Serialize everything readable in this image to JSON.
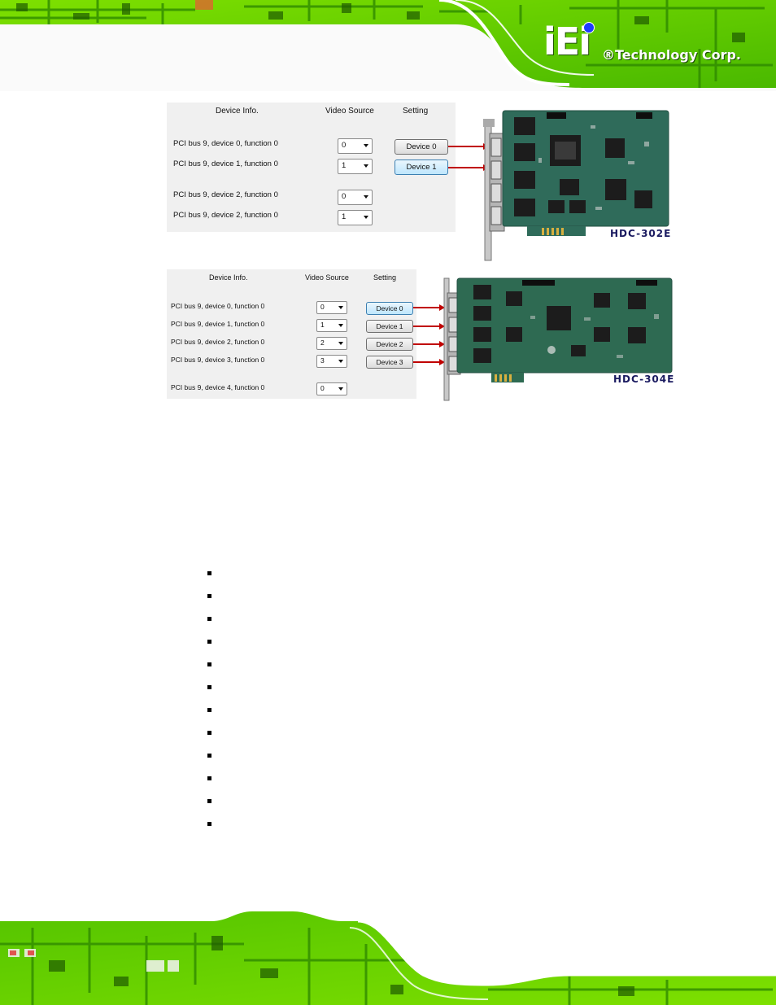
{
  "logo": {
    "mark": "iEi",
    "text": "®Technology Corp."
  },
  "panel_top": {
    "headers": {
      "device_info": "Device Info.",
      "video_source": "Video Source",
      "setting": "Setting"
    },
    "rows": [
      {
        "label": "PCI bus 9, device 0, function 0",
        "source": "0",
        "button": "Device 0"
      },
      {
        "label": "PCI bus 9, device 1, function 0",
        "source": "1",
        "button": "Device 1"
      },
      {
        "label": "PCI bus 9, device 2, function 0",
        "source": "0",
        "button": ""
      },
      {
        "label": "PCI bus 9, device 2, function 0",
        "source": "1",
        "button": ""
      }
    ]
  },
  "panel_bottom": {
    "headers": {
      "device_info": "Device Info.",
      "video_source": "Video Source",
      "setting": "Setting"
    },
    "rows": [
      {
        "label": "PCI bus 9, device 0, function 0",
        "source": "0",
        "button": "Device 0"
      },
      {
        "label": "PCI bus 9, device 1, function 0",
        "source": "1",
        "button": "Device 1"
      },
      {
        "label": "PCI bus 9, device 2, function 0",
        "source": "2",
        "button": "Device 2"
      },
      {
        "label": "PCI bus 9, device 3, function 0",
        "source": "3",
        "button": "Device 3"
      },
      {
        "label": "PCI bus 9, device 4, function 0",
        "source": "0",
        "button": ""
      }
    ]
  },
  "boards": {
    "top": "HDC-302E",
    "bottom": "HDC-304E"
  },
  "colors": {
    "circuit_green": "#5fd400",
    "arrow_red": "#c00000",
    "board_pcb": "#2f6b5a"
  }
}
